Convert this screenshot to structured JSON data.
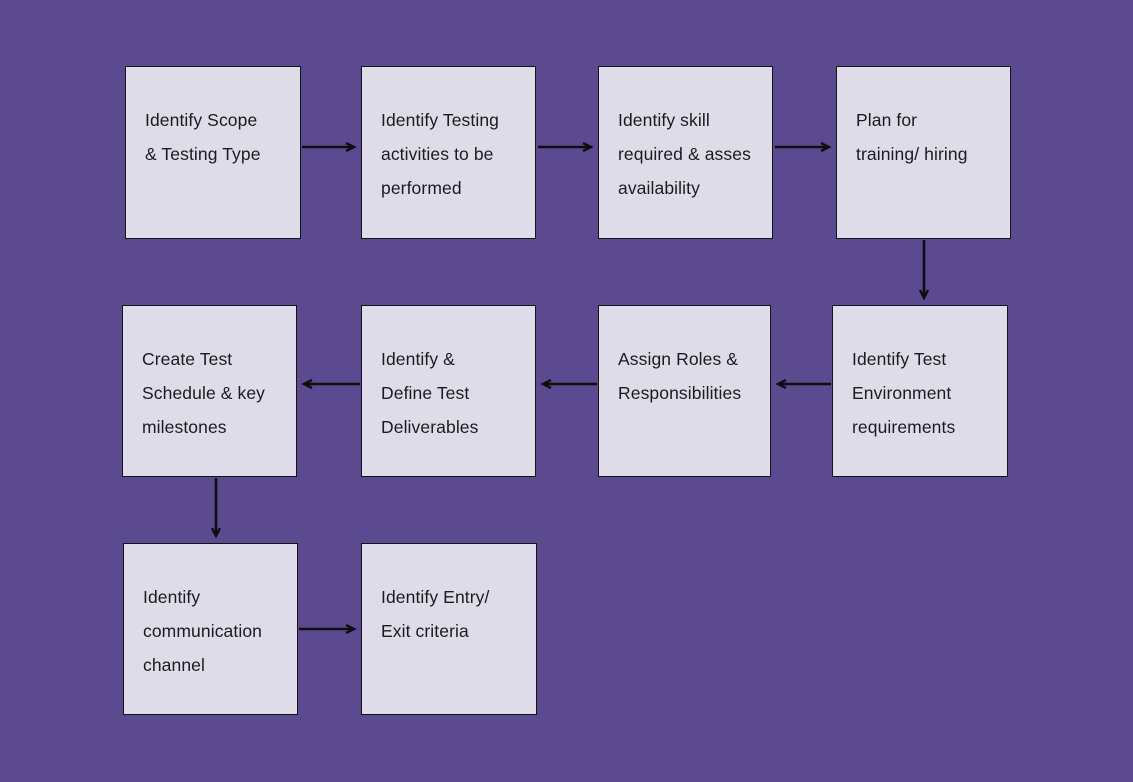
{
  "diagram": {
    "type": "flowchart",
    "colors": {
      "background": "#5C4A91",
      "box_fill": "#DEDCE9",
      "box_border": "#141414",
      "text": "#1B1B1D",
      "arrow": "#0E0E0E"
    },
    "boxes": [
      {
        "id": "identify-scope",
        "label": "Identify Scope\n& Testing Type"
      },
      {
        "id": "identify-activities",
        "label": "Identify Testing\nactivities to be\nperformed"
      },
      {
        "id": "identify-skill",
        "label": "Identify skill\nrequired & asses\navailability"
      },
      {
        "id": "plan-training",
        "label": "Plan for\ntraining/ hiring"
      },
      {
        "id": "identify-environment",
        "label": "Identify Test\nEnvironment\nrequirements"
      },
      {
        "id": "assign-roles",
        "label": "Assign Roles &\nResponsibilities"
      },
      {
        "id": "define-deliverables",
        "label": "Identify &\nDefine Test\nDeliverables"
      },
      {
        "id": "create-schedule",
        "label": "Create Test\nSchedule & key\nmilestones"
      },
      {
        "id": "identify-communication",
        "label": "Identify\ncommunication\nchannel"
      },
      {
        "id": "identify-entry-exit",
        "label": "Identify Entry/\nExit criteria"
      }
    ],
    "edges": [
      {
        "from": "identify-scope",
        "to": "identify-activities",
        "direction": "right"
      },
      {
        "from": "identify-activities",
        "to": "identify-skill",
        "direction": "right"
      },
      {
        "from": "identify-skill",
        "to": "plan-training",
        "direction": "right"
      },
      {
        "from": "plan-training",
        "to": "identify-environment",
        "direction": "down"
      },
      {
        "from": "identify-environment",
        "to": "assign-roles",
        "direction": "left"
      },
      {
        "from": "assign-roles",
        "to": "define-deliverables",
        "direction": "left"
      },
      {
        "from": "define-deliverables",
        "to": "create-schedule",
        "direction": "left"
      },
      {
        "from": "create-schedule",
        "to": "identify-communication",
        "direction": "down"
      },
      {
        "from": "identify-communication",
        "to": "identify-entry-exit",
        "direction": "right"
      }
    ]
  }
}
